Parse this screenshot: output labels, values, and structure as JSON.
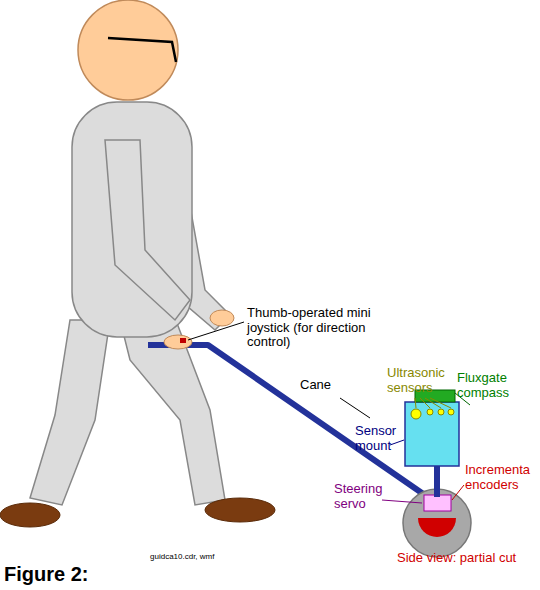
{
  "diagram": {
    "caption": "Figure 2:",
    "labels": [
      "Thumb-operated mini joystick (for direction control)",
      "Cane",
      "Ultrasonic sensors",
      "Fluxgate compass",
      "Sensor mount",
      "Steering servo",
      "Incrementa encoders",
      "Side view: partial cut",
      "guidca10.cdr, wmf"
    ]
  }
}
